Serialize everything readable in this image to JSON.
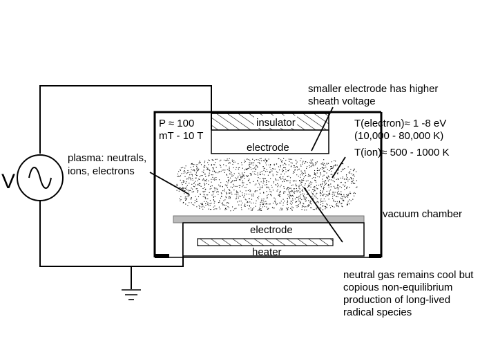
{
  "labels": {
    "source": "V",
    "pressure_line1": "P ≈ 100",
    "pressure_line2": "mT - 10 T",
    "plasma_line1": "plasma:  neutrals,",
    "plasma_line2": "ions, electrons",
    "insulator": "insulator",
    "top_electrode": "electrode",
    "bottom_electrode": "electrode",
    "heater": "heater",
    "sheath_line1": "smaller electrode has higher",
    "sheath_line2": "sheath voltage",
    "te_line1": "T(electron)≈ 1 -8 eV",
    "te_line2": "(10,000 - 80,000 K)",
    "ti_line": "T(ion)≈  500 - 1000 K",
    "chamber": "vacuum chamber",
    "gas_line1": "neutral gas remains cool but",
    "gas_line2": "copious non-equilibrium",
    "gas_line3": "production of long-lived",
    "gas_line4": "radical species"
  },
  "icons": {
    "ac_source": "sine-wave-icon",
    "ground": "ground-symbol-icon"
  },
  "colors": {
    "line": "#000000",
    "background": "#ffffff",
    "plasma_dots": "#000000",
    "electrode_rail": "#bbbbbb"
  }
}
